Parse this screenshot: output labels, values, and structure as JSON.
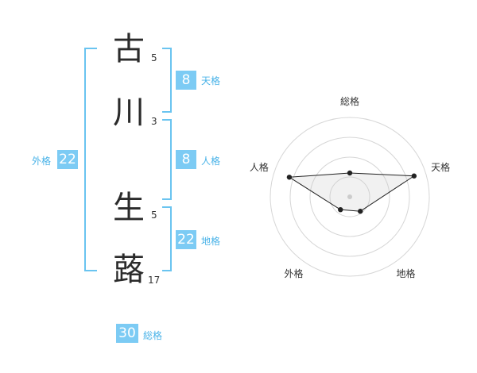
{
  "name": {
    "chars": [
      {
        "char": "古",
        "strokes": "5"
      },
      {
        "char": "川",
        "strokes": "3"
      },
      {
        "char": "生",
        "strokes": "5"
      },
      {
        "char": "蕗",
        "strokes": "17"
      }
    ]
  },
  "kaku": {
    "tenkaku": {
      "value": "8",
      "label": "天格"
    },
    "jinkaku": {
      "value": "8",
      "label": "人格"
    },
    "chikaku": {
      "value": "22",
      "label": "地格"
    },
    "gaikaku": {
      "value": "22",
      "label": "外格"
    },
    "soukaku": {
      "value": "30",
      "label": "総格"
    }
  },
  "colors": {
    "accent": "#6ac4f0",
    "box_fill": "#7ccbf4",
    "label_text": "#4ab3e8"
  },
  "chart_data": {
    "type": "radar",
    "axes": [
      "総格",
      "天格",
      "地格",
      "外格",
      "人格"
    ],
    "rings": 4,
    "max": 4,
    "values": [
      1.2,
      3.4,
      0.9,
      0.8,
      3.2
    ]
  }
}
